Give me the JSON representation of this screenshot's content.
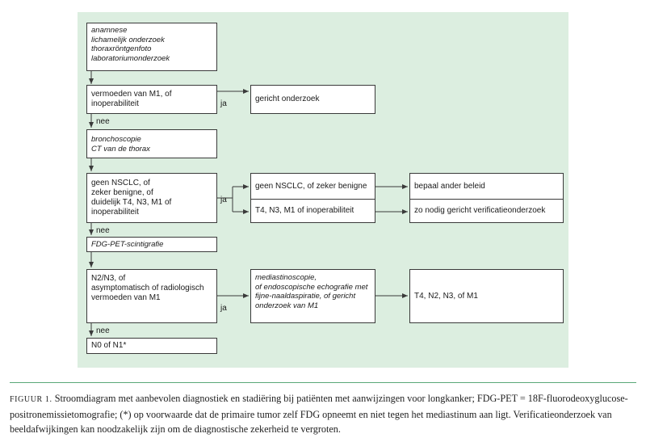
{
  "diagram": {
    "box_intake": [
      "anamnese",
      "lichamelijk onderzoek",
      "thoraxröntgenfoto",
      "laboratoriumonderzoek"
    ],
    "box_m1": [
      "vermoeden van M1, of",
      "inoperabiliteit"
    ],
    "box_gericht": "gericht onderzoek",
    "box_broncho": [
      "bronchoscopie",
      "CT van de thorax"
    ],
    "box_nsclc": [
      "geen NSCLC, of",
      "zeker benigne, of",
      "duidelijk T4, N3, M1 of",
      "inoperabiliteit"
    ],
    "box_split_top": "geen NSCLC, of zeker benigne",
    "box_split_bottom": "T4, N3, M1 of inoperabiliteit",
    "box_beleid": "bepaal ander beleid",
    "box_verificatie": "zo nodig gericht verificatieonderzoek",
    "box_fdg": "FDG-PET-scintigrafie",
    "box_n2": [
      "N2/N3, of",
      "asymptomatisch of radiologisch",
      "vermoeden van M1"
    ],
    "box_mediastino": [
      "mediastinoscopie,",
      "of endoscopische echografie met",
      "fijne-naaldaspiratie, of gericht",
      "onderzoek van M1"
    ],
    "box_t4n2": "T4, N2, N3, of M1",
    "box_n0": "N0 of N1*",
    "label_ja": "ja",
    "label_nee": "nee"
  },
  "caption": {
    "label": "FIGUUR 1.",
    "text": "Stroomdiagram met aanbevolen diagnostiek en stadiëring bij patiënten met aanwijzingen voor longkanker; FDG-PET = 18F-fluorodeoxyglucose-positronemissietomografie; (*) op voorwaarde dat de primaire tumor zelf FDG opneemt en niet tegen het mediastinum aan ligt. Verificatieonderzoek van beeldafwijkingen kan noodzakelijk zijn om de diagnostische zekerheid te vergroten."
  },
  "colors": {
    "panel": "#dceee0",
    "rule": "#5aa878",
    "line": "#3a3a3a"
  }
}
